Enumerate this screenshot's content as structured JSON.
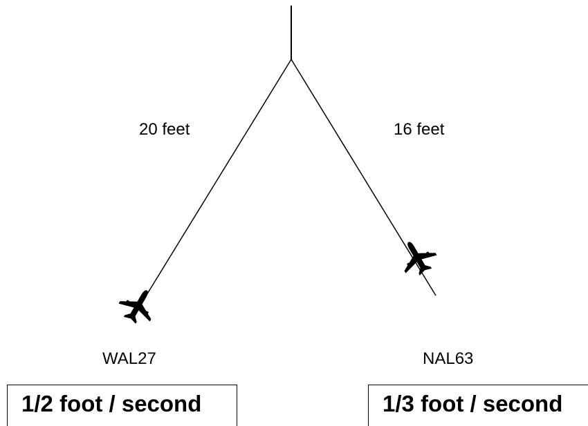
{
  "left_branch": {
    "distance_label": "20 feet",
    "flight_id": "WAL27",
    "speed_label": "1/2 foot / second"
  },
  "right_branch": {
    "distance_label": "16 feet",
    "flight_id": "NAL63",
    "speed_label": "1/3 foot / second"
  },
  "icons": [
    "airplane-icon",
    "airplane-icon"
  ]
}
